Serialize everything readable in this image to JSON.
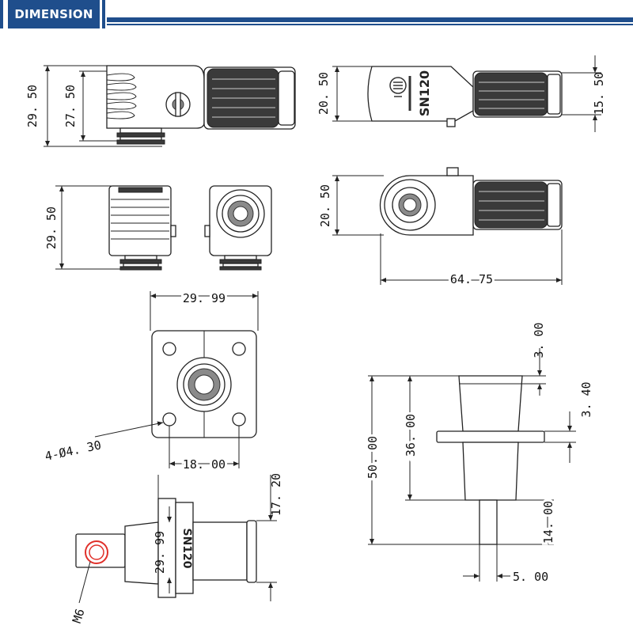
{
  "header": {
    "title": "DIMENSION",
    "accent_color": "#1f4e8c"
  },
  "product": {
    "model": "SN120"
  },
  "dimensions": {
    "front_height_total": "29. 50",
    "front_height_body": "27. 50",
    "top_height": "20. 50",
    "top_sleeve_dia": "15. 50",
    "side_height": "29. 50",
    "rear_height": "20. 50",
    "rear_length": "64. 75",
    "flange_width": "29. 99",
    "hole_pitch": "18. 00",
    "mount_holes": "4-Ø4. 30",
    "bottom_flange": "29. 99",
    "bottom_sleeve": "17. 20",
    "thread": "M6",
    "post_top": "3. 00",
    "post_collar": "3. 40",
    "post_total": "50. 00",
    "post_upper": "36. 00",
    "post_stud_len": "14. 00",
    "post_stud_dia": "5. 00"
  }
}
